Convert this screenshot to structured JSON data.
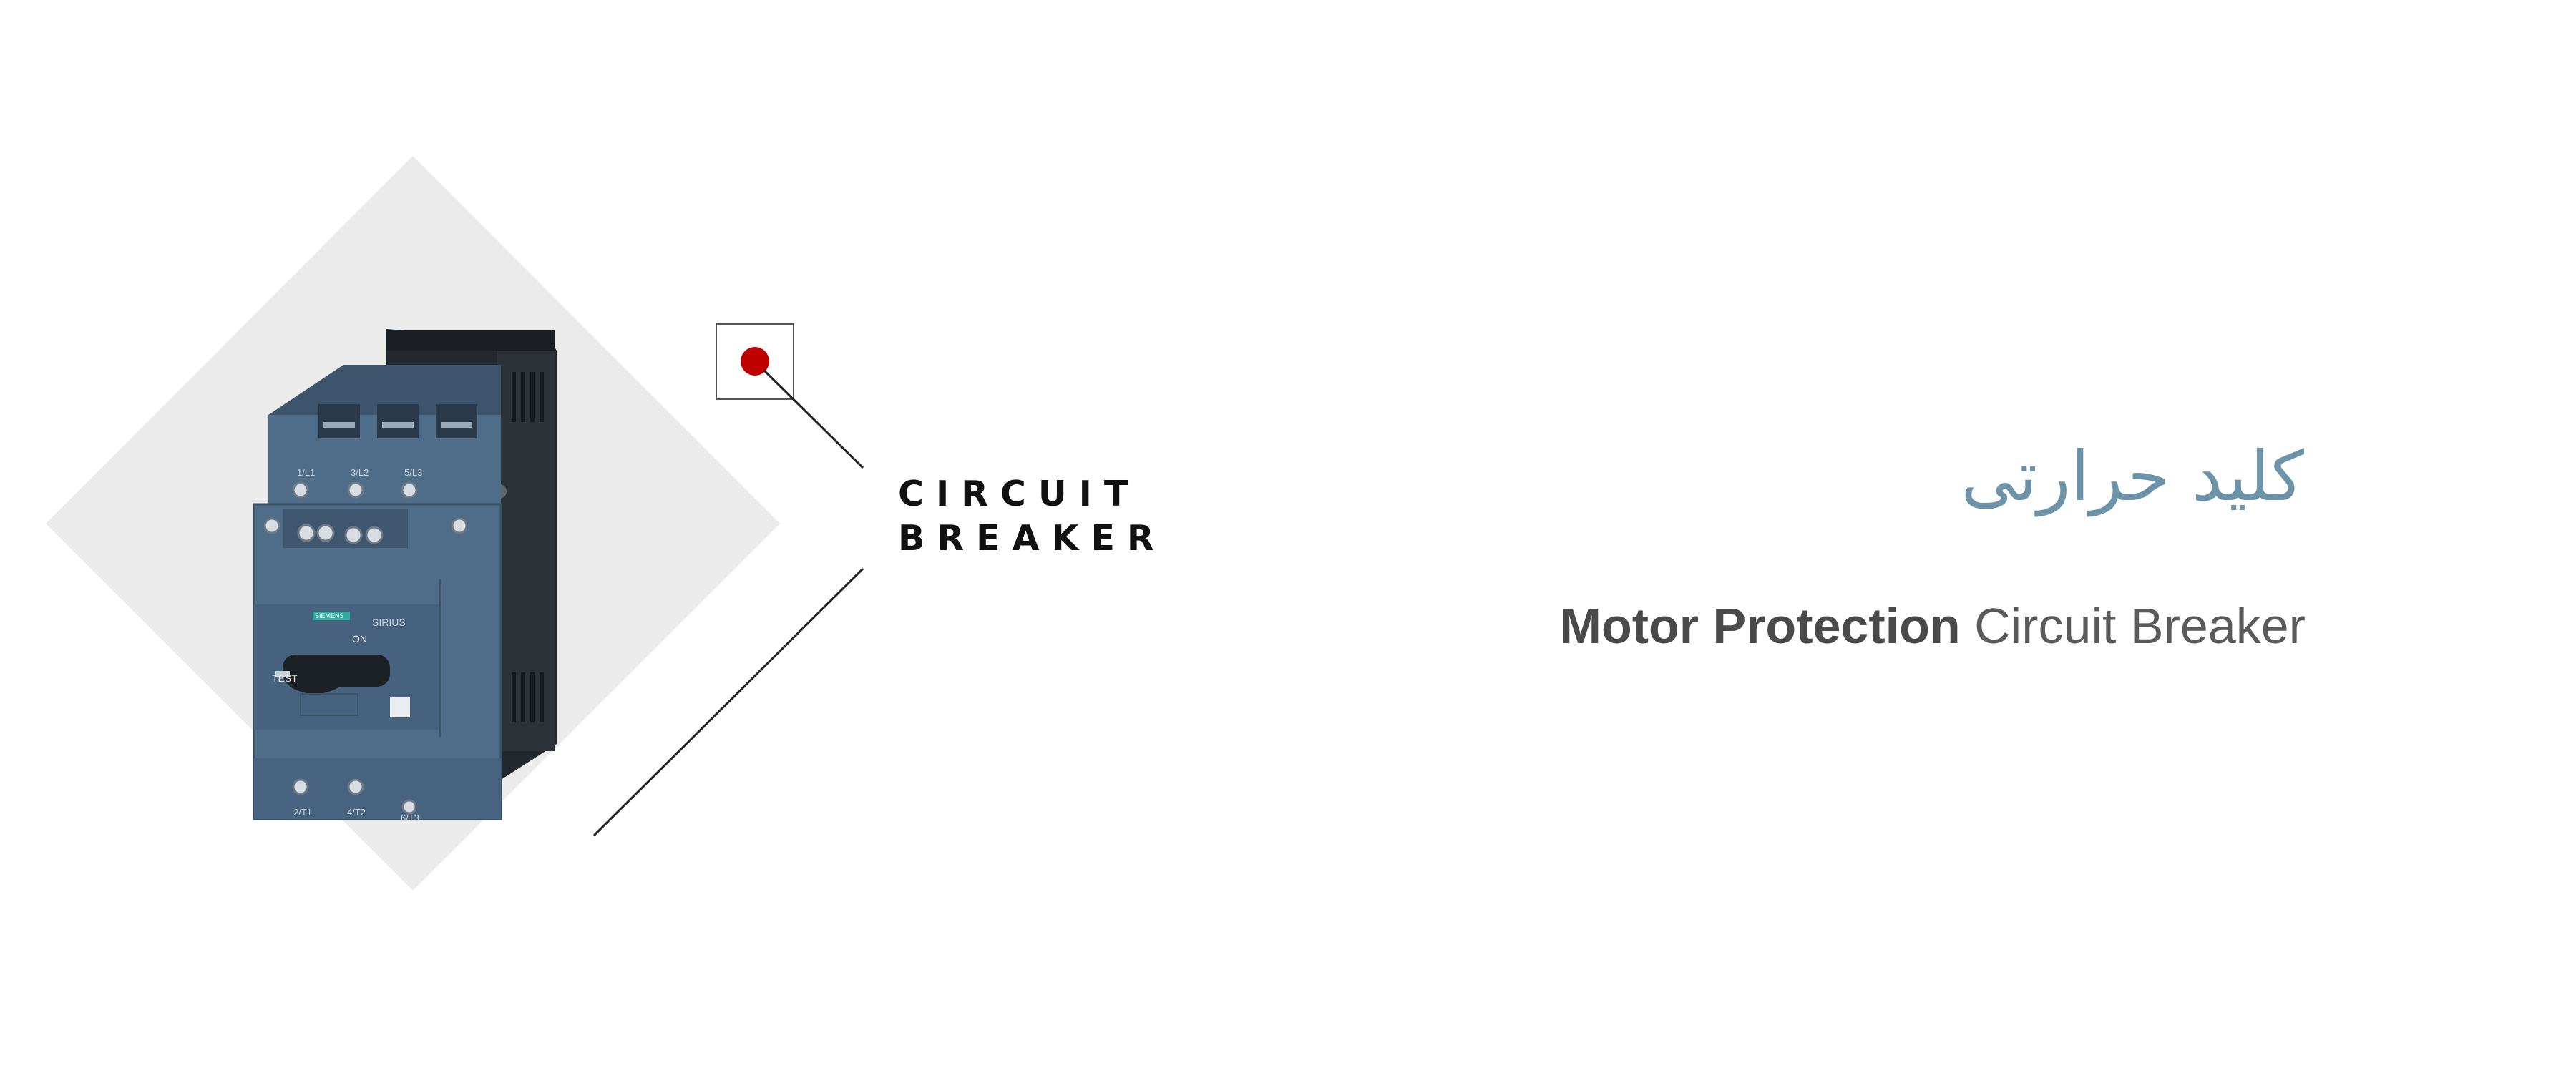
{
  "badge": {
    "line1": "CIRCUIT",
    "line2": "BREAKER"
  },
  "product": {
    "title_fa": "کلید حرارتی",
    "title_en_bold": "Motor Protection",
    "title_en_light": "Circuit Breaker"
  },
  "device": {
    "brand": "SIEMENS",
    "series": "SIRIUS",
    "switch_on": "ON",
    "switch_test": "TEST",
    "top_terminals": [
      "1/L1",
      "3/L2",
      "5/L3"
    ],
    "bottom_terminals": [
      "2/T1",
      "4/T2",
      "6/T3"
    ]
  },
  "colors": {
    "diamond": "#ebebeb",
    "marker": "#c00000",
    "device_body": "#4f6c89",
    "device_dark": "#23282e",
    "title_fa": "#6d93a9",
    "title_en": "#4a4a4a"
  }
}
